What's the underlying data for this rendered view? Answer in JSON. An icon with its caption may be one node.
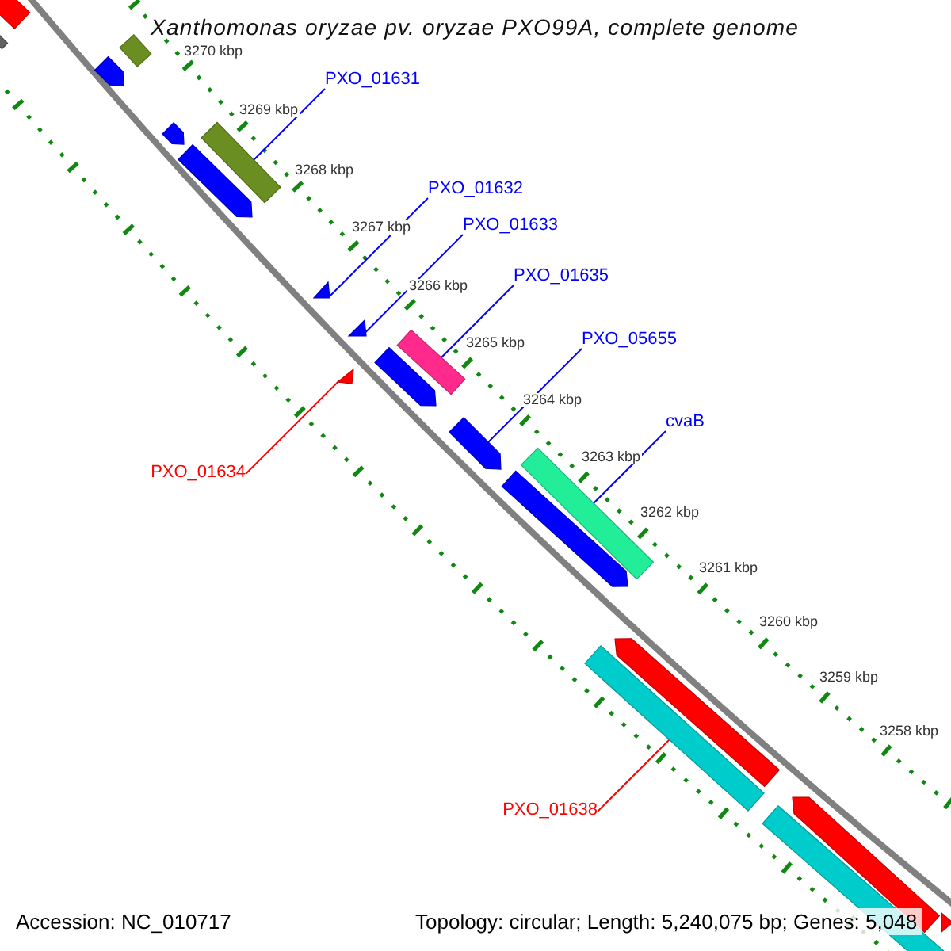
{
  "diagram": {
    "title": "Xanthomonas oryzae pv. oryzae PXO99A, complete genome",
    "nodes": [
      {
        "text": [
          "PXO_01631"
        ]
      },
      {
        "text": [
          "PXO_01632"
        ]
      },
      {
        "text": [
          "PXO_01633"
        ]
      },
      {
        "text": [
          "PXO_01635"
        ]
      },
      {
        "text": [
          "PXO_05655"
        ]
      },
      {
        "text": [
          "cvaB"
        ]
      },
      {
        "text": [
          "PXO_01634"
        ]
      },
      {
        "text": [
          "PXO_01638"
        ]
      },
      {
        "text": [],
        "shape": "bar"
      },
      {
        "text": [],
        "shape": "bar"
      },
      {
        "text": [],
        "shape": "bar"
      },
      {
        "text": [],
        "shape": "arrow"
      },
      {
        "text": [],
        "shape": "arrow"
      },
      {
        "text": [],
        "shape": "bar"
      },
      {
        "text": [],
        "shape": "arrow"
      },
      {
        "text": [],
        "shape": "triangle"
      },
      {
        "text": [],
        "shape": "triangle"
      },
      {
        "text": [],
        "shape": "bar"
      },
      {
        "text": [],
        "shape": "arrow"
      },
      {
        "text": [],
        "shape": "triangle"
      },
      {
        "text": [],
        "shape": "arrow"
      },
      {
        "text": [],
        "shape": "arrow"
      },
      {
        "text": [],
        "shape": "bar"
      },
      {
        "text": [],
        "shape": "arrow"
      },
      {
        "text": [],
        "shape": "bar"
      },
      {
        "text": [],
        "shape": "arrow"
      },
      {
        "text": [],
        "shape": "bar"
      },
      {
        "text": [],
        "shape": "triangle"
      }
    ],
    "edges": [
      {
        "from": 0,
        "to": 13,
        "arrow": "none"
      },
      {
        "from": 1,
        "to": 15,
        "arrow": "none"
      },
      {
        "from": 2,
        "to": 16,
        "arrow": "none"
      },
      {
        "from": 3,
        "to": 17,
        "arrow": "none"
      },
      {
        "from": 4,
        "to": 20,
        "arrow": "none"
      },
      {
        "from": 5,
        "to": 22,
        "arrow": "none"
      },
      {
        "from": 6,
        "to": 19,
        "arrow": "none",
        "color": "#ff0000"
      },
      {
        "from": 7,
        "to": 24,
        "arrow": "none",
        "color": "#ff0000"
      }
    ],
    "labels": [
      "3270 kbp",
      "3269 kbp",
      "3268 kbp",
      "3267 kbp",
      "3266 kbp",
      "3265 kbp",
      "3264 kbp",
      "3263 kbp",
      "3262 kbp",
      "3261 kbp",
      "3260 kbp",
      "3259 kbp",
      "3258 kbp",
      "Accession: NC_010717",
      "Topology: circular; Length: 5,240,075 bp; Genes: 5,048"
    ]
  }
}
